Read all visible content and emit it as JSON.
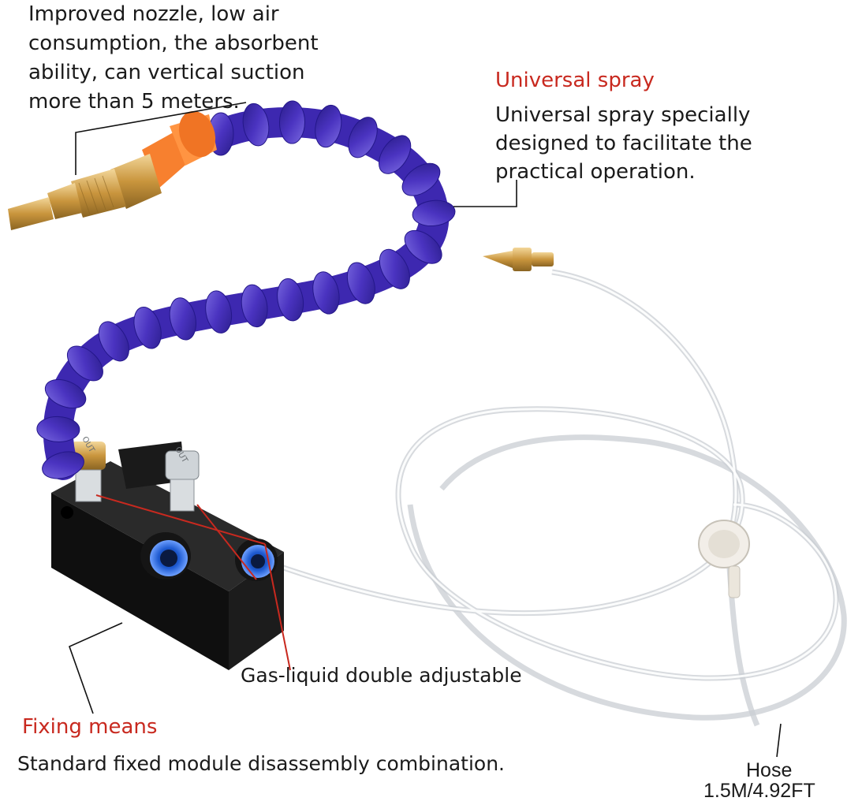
{
  "callouts": {
    "nozzle": {
      "text": "Improved nozzle, low air\nconsumption, the absorbent\nability, can vertical suction\nmore than 5 meters."
    },
    "universal_spray": {
      "title": "Universal spray",
      "text": "Universal spray specially\ndesigned to facilitate the\npractical operation."
    },
    "gas_liquid": {
      "text": "Gas-liquid double adjustable"
    },
    "fixing": {
      "title": "Fixing means",
      "text": "Standard fixed module disassembly combination."
    },
    "hose": {
      "title": "Hose",
      "size": "1.5M/4.92FT"
    }
  },
  "colors": {
    "title_red": "#c8291f",
    "hose_segment": "#5540c4",
    "nozzle_orange": "#f7802f",
    "brass": "#d6a84f",
    "block": "#111111",
    "fitting_blue": "#1e63d6"
  },
  "valve_marking": "OUT"
}
